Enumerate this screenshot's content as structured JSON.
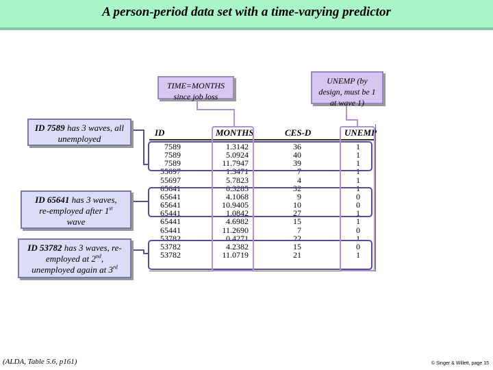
{
  "title": "A person-period data set with a time-varying predictor",
  "callouts": {
    "months_note_l1": "TIME=MONTHS",
    "months_note_l2": "since job loss",
    "unemp_note_l1": "UNEMP (by",
    "unemp_note_l2": "design, must be 1",
    "unemp_note_l3": "at wave 1)",
    "id7589_id": "ID 7589",
    "id7589_l1": " has 3 waves, all",
    "id7589_l2": "unemployed",
    "id65641_id": "ID 65641",
    "id65641_l1": " has 3 waves,",
    "id65641_l2": "re-employed after 1",
    "id65641_sup": "st",
    "id65641_l3": "wave",
    "id53782_id": "ID 53782",
    "id53782_l1": " has 3 waves, re-",
    "id53782_l2a": "employed at 2",
    "id53782_sup1": "nd",
    "id53782_l2b": ",",
    "id53782_l3a": "unemployed again at 3",
    "id53782_sup2": "rd"
  },
  "table": {
    "headers": {
      "id": "ID",
      "months": "MONTHS",
      "cesd": "CES-D",
      "unemp": "UNEMP"
    },
    "rows": [
      [
        "7589",
        "1.3142",
        "36",
        "1"
      ],
      [
        "7589",
        "5.0924",
        "40",
        "1"
      ],
      [
        "7589",
        "11.7947",
        "39",
        "1"
      ],
      [
        "55697",
        "1.3471",
        "7",
        "1"
      ],
      [
        "55697",
        "5.7823",
        "4",
        "1"
      ],
      [
        "65641",
        "0.3285",
        "32",
        "1"
      ],
      [
        "65641",
        "4.1068",
        "9",
        "0"
      ],
      [
        "65641",
        "10.9405",
        "10",
        "0"
      ],
      [
        "65441",
        "1.0842",
        "27",
        "1"
      ],
      [
        "65441",
        "4.6982",
        "15",
        "1"
      ],
      [
        "65441",
        "11.2690",
        "7",
        "0"
      ],
      [
        "53782",
        "0.4271",
        "22",
        "1"
      ],
      [
        "53782",
        "4.2382",
        "15",
        "0"
      ],
      [
        "53782",
        "11.0719",
        "21",
        "1"
      ]
    ]
  },
  "footer": {
    "source": "(ALDA, Table 5.6, p161)",
    "copyright": "© Singer & Willett, page 15"
  },
  "colors": {
    "title_bar": "#a9f7c9",
    "callout_blue": "#dcdcf7",
    "callout_lavender": "#d6c6f0",
    "group_box": "#5b4a95",
    "column_box": "#b08ed8"
  }
}
